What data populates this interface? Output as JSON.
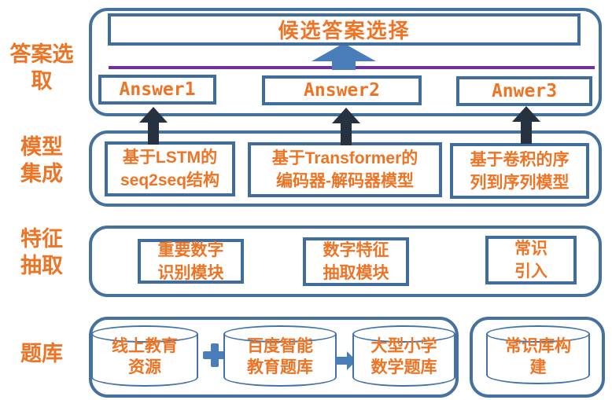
{
  "side_labels": [
    "答案选\n取",
    "模型\n集成",
    "特征\n抽取",
    "题库"
  ],
  "answer_selection": {
    "title": "候选答案选择",
    "answers": [
      "Answer1",
      "Answer2",
      "Anwer3"
    ]
  },
  "models": [
    "基于LSTM的\nseq2seq结构",
    "基于Transformer的\n编码器-解码器模型",
    "基于卷积的序\n列到序列模型"
  ],
  "features": [
    "重要数字\n识别模块",
    "数字特征\n抽取模块",
    "常识\n引入"
  ],
  "question_banks": [
    "线上教育\n资源",
    "百度智能\n教育题库",
    "大型小学\n数学题库"
  ],
  "knowledge_bank": "常识库构\n建",
  "colors": {
    "accent_orange": "#ED7425",
    "border_blue": "#3E6D9E",
    "container_blue": "#44719E",
    "purple_line": "#7030A0",
    "arrow_blue": "#4A7EBB",
    "arrow_dark": "#26323F"
  }
}
